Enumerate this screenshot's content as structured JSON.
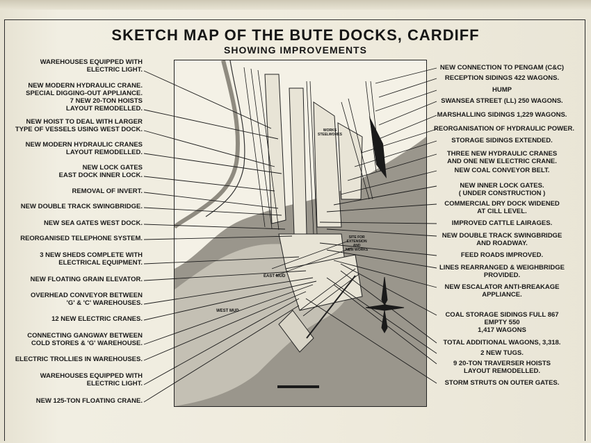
{
  "title": "SKETCH MAP OF THE BUTE DOCKS, CARDIFF",
  "subtitle": "SHOWING IMPROVEMENTS",
  "left_labels": [
    [
      "WAREHOUSES EQUIPPED WITH",
      "ELECTRIC LIGHT."
    ],
    [
      "NEW MODERN HYDRAULIC CRANE.",
      "SPECIAL DIGGING-OUT APPLIANCE.",
      "7 NEW 20-TON HOISTS",
      "LAYOUT REMODELLED."
    ],
    [
      "NEW HOIST TO DEAL WITH LARGER",
      "TYPE OF VESSELS USING WEST DOCK."
    ],
    [
      "NEW MODERN HYDRAULIC CRANES",
      "LAYOUT REMODELLED."
    ],
    [
      "NEW LOCK GATES",
      "EAST DOCK INNER LOCK."
    ],
    [
      "REMOVAL OF INVERT."
    ],
    [
      "NEW DOUBLE TRACK SWINGBRIDGE."
    ],
    [
      "NEW SEA GATES WEST DOCK."
    ],
    [
      "REORGANISED TELEPHONE SYSTEM."
    ],
    [
      "3 NEW SHEDS COMPLETE WITH",
      "ELECTRICAL EQUIPMENT."
    ],
    [
      "NEW FLOATING GRAIN ELEVATOR."
    ],
    [
      "OVERHEAD CONVEYOR BETWEEN",
      "'G' & 'C' WAREHOUSES."
    ],
    [
      "12 NEW ELECTRIC CRANES."
    ],
    [
      "CONNECTING GANGWAY BETWEEN",
      "COLD STORES & 'G' WAREHOUSE."
    ],
    [
      "ELECTRIC TROLLIES IN WAREHOUSES."
    ],
    [
      "WAREHOUSES EQUIPPED WITH",
      "ELECTRIC LIGHT."
    ],
    [
      "NEW 125-TON FLOATING CRANE."
    ]
  ],
  "right_labels": [
    [
      "NEW CONNECTION TO PENGAM (C&C)"
    ],
    [
      "RECEPTION SIDINGS 422 WAGONS."
    ],
    [
      "HUMP"
    ],
    [
      "SWANSEA STREET (LL) 250 WAGONS."
    ],
    [
      "MARSHALLING SIDINGS 1,229 WAGONS."
    ],
    [
      "REORGANISATION OF HYDRAULIC POWER."
    ],
    [
      "STORAGE SIDINGS EXTENDED."
    ],
    [
      "THREE NEW HYDRAULIC CRANES",
      "AND ONE NEW ELECTRIC CRANE."
    ],
    [
      "NEW COAL CONVEYOR BELT."
    ],
    [
      "NEW INNER LOCK GATES.",
      "( UNDER CONSTRUCTION )"
    ],
    [
      "COMMERCIAL DRY DOCK WIDENED",
      "AT CILL LEVEL."
    ],
    [
      "IMPROVED CATTLE LAIRAGES."
    ],
    [
      "NEW DOUBLE TRACK SWINGBRIDGE",
      "AND ROADWAY."
    ],
    [
      "FEED ROADS IMPROVED."
    ],
    [
      "LINES REARRANGED & WEIGHBRIDGE",
      "PROVIDED."
    ],
    [
      "NEW ESCALATOR ANTI-BREAKAGE",
      "APPLIANCE."
    ],
    [
      "COAL STORAGE SIDINGS FULL 867",
      "EMPTY 550",
      "1,417 WAGONS"
    ],
    [
      "TOTAL ADDITIONAL WAGONS, 3,318."
    ],
    [
      "2 NEW TUGS."
    ],
    [
      "9  20-TON TRAVERSER HOISTS",
      "LAYOUT REMODELLED."
    ],
    [
      "STORM STRUTS ON OUTER GATES."
    ]
  ],
  "map_labels": {
    "east_mud": "EAST MUD",
    "west_mud": "WEST MUD",
    "site_for_extension": [
      "SITE FOR",
      "EXTENSION",
      "AND",
      "NEW WORKS"
    ],
    "works": [
      "WORKS",
      "STEELWORKS"
    ]
  },
  "colors": {
    "sea": "#9a968c",
    "ink": "#1a1a1a",
    "paper": "#efebdd"
  }
}
